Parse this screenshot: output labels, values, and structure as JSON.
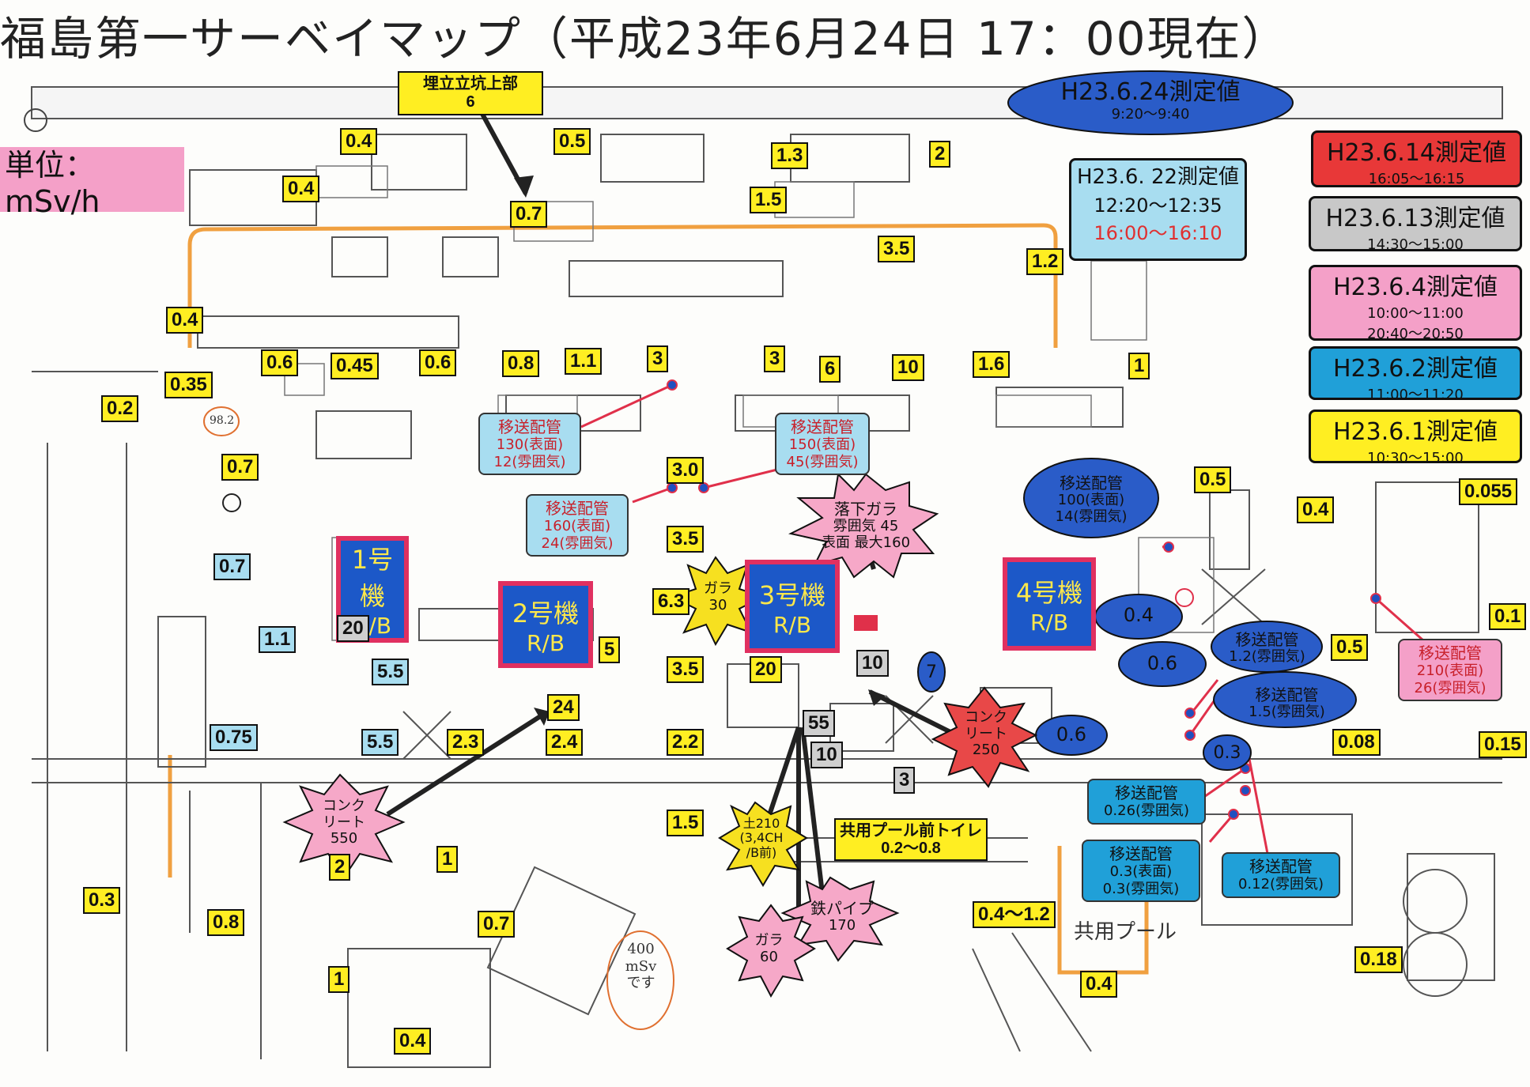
{
  "title": "福島第一サーベイマップ（平成23年6月24日 17：00現在）",
  "unit": "単位：mSv/h",
  "reactors": [
    {
      "num": "1号機",
      "rb": "R/B"
    },
    {
      "num": "2号機",
      "rb": "R/B"
    },
    {
      "num": "3号機",
      "rb": "R/B"
    },
    {
      "num": "4号機",
      "rb": "R/B"
    }
  ],
  "legend": {
    "h0624": {
      "label": "H23.6.24測定値",
      "time": "9:20〜9:40",
      "color": "#2060c8"
    },
    "h0622": {
      "label": "H23.6. 22測定値",
      "time1": "12:20〜12:35",
      "time2": "16:00〜16:10",
      "color": "#a8ddf0"
    },
    "h0614": {
      "label": "H23.6.14測定値",
      "time": "16:05〜16:15",
      "color": "#e83838"
    },
    "h0613": {
      "label": "H23.6.13測定値",
      "time": "14:30〜15:00",
      "color": "#c8c8c8"
    },
    "h0604": {
      "label": "H23.6.4測定値",
      "time1": "10:00〜11:00",
      "time2": "20:40〜20:50",
      "color": "#f4a0c8"
    },
    "h0602": {
      "label": "H23.6.2測定値",
      "time": "11:00〜11:20",
      "color": "#20a0d8"
    },
    "h0601": {
      "label": "H23.6.1測定値",
      "time": "10:30〜15:00",
      "color": "#ffee22"
    }
  },
  "shaft": {
    "label": "埋立立坑上部",
    "value": "6"
  },
  "tags": {
    "t1": "0.4",
    "t2": "0.5",
    "t3": "0.4",
    "t4": "0.7",
    "t5": "1.3",
    "t6": "2",
    "t7": "1.5",
    "t8": "3.5",
    "t9": "1.2",
    "t10": "0.4",
    "t11": "0.35",
    "t12": "0.2",
    "t13": "0.6",
    "t14": "0.45",
    "t15": "0.6",
    "t16": "0.8",
    "t17": "1.1",
    "t18": "3",
    "t19": "3",
    "t20": "6",
    "t21": "10",
    "t22": "1.6",
    "t23": "1",
    "t24": "0.7",
    "t25": "3.0",
    "t26": "3.5",
    "t27": "6.3",
    "t28": "0.5",
    "t29": "0.4",
    "t30": "0.055",
    "t31": "0.1",
    "t32": "0.5",
    "t33": "5",
    "t34": "3.5",
    "t35": "20",
    "t36": "24",
    "t37": "2.3",
    "t38": "2.4",
    "t39": "2.2",
    "t40": "1.5",
    "t41": "0.08",
    "t42": "0.15",
    "t43": "2",
    "t44": "1",
    "t45": "0.3",
    "t46": "0.8",
    "t47": "0.7",
    "t48": "1",
    "t49": "0.4",
    "t50": "0.4〜1.2",
    "t51": "0.4",
    "t52": "0.18"
  },
  "cyantags": {
    "c1": "0.7",
    "c2": "1.1",
    "c3": "5.5",
    "c4": "0.75",
    "c5": "5.5"
  },
  "graytags": {
    "g1": "20",
    "g2": "10",
    "g3": "55",
    "g4": "10",
    "g5": "3"
  },
  "callouts": {
    "p1": {
      "h": "移送配管",
      "a": "130(表面)",
      "b": "12(雰囲気)"
    },
    "p2": {
      "h": "移送配管",
      "a": "150(表面)",
      "b": "45(雰囲気)"
    },
    "p3": {
      "h": "移送配管",
      "a": "160(表面)",
      "b": "24(雰囲気)"
    },
    "p4": {
      "h": "移送配管",
      "a": "0.26(雰囲気)"
    },
    "p5": {
      "h": "移送配管",
      "a": "0.3(表面)",
      "b": "0.3(雰囲気)"
    },
    "p6": {
      "h": "移送配管",
      "a": "0.12(雰囲気)"
    },
    "p7": {
      "h": "移送配管",
      "a": "210(表面)",
      "b": "26(雰囲気)"
    }
  },
  "clouds": {
    "k1": {
      "h": "移送配管",
      "a": "100(表面)",
      "b": "14(雰囲気)"
    },
    "k2": "0.4",
    "k3": {
      "h": "移送配管",
      "a": "1.2(雰囲気)"
    },
    "k4": "0.6",
    "k5": {
      "h": "移送配管",
      "a": "1.5(雰囲気)"
    },
    "k6": "0.6",
    "k7": "0.3",
    "k8": "7"
  },
  "bursts": {
    "b1": {
      "a": "落下ガラ",
      "b": "雰囲気 45",
      "c": "表面 最大160"
    },
    "b2": {
      "a": "ガラ",
      "b": "30"
    },
    "b3": {
      "a": "コンク",
      "b": "リート",
      "c": "250"
    },
    "b4": {
      "a": "コンク",
      "b": "リート",
      "c": "550"
    },
    "b5": {
      "a": "土210",
      "b": "(3,4CH",
      "c": "/B前)"
    },
    "b6": {
      "a": "鉄パイプ",
      "b": "170"
    },
    "b7": {
      "a": "ガラ",
      "b": "60"
    }
  },
  "toilet": {
    "a": "共用プール前トイレ",
    "b": "0.2〜0.8"
  },
  "handwritten": {
    "pool": "共用プール",
    "note1": "400",
    "note2": "mSv",
    "note3": "です",
    "small": "98.2"
  }
}
